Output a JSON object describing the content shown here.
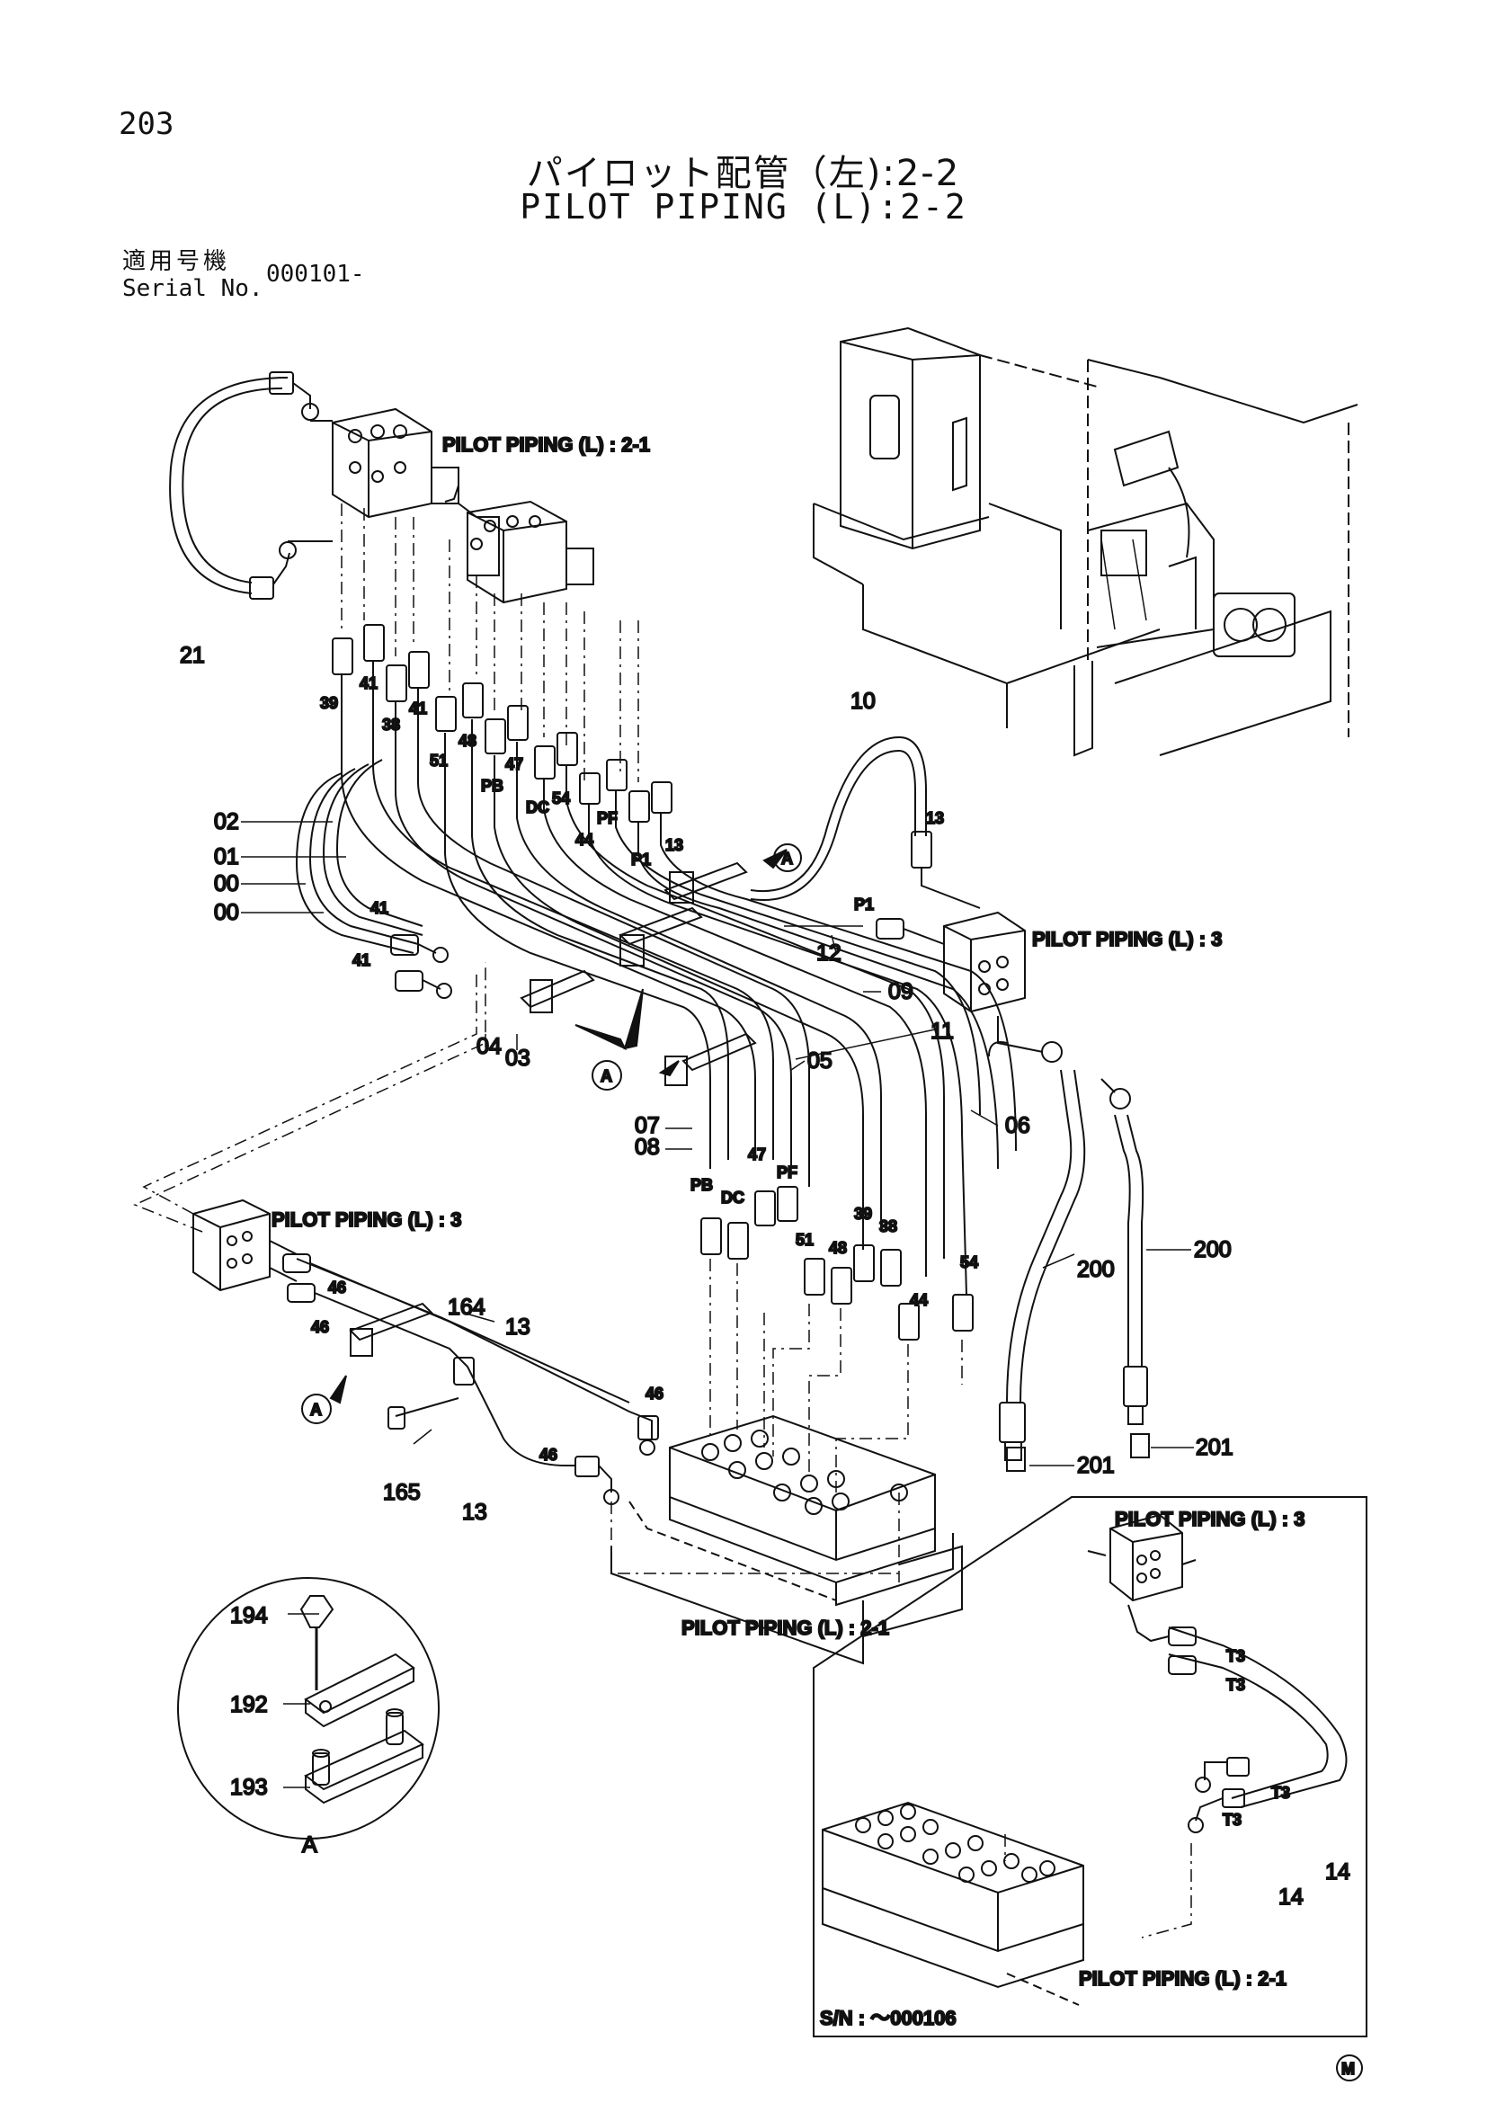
{
  "header": {
    "page_number": "203",
    "title_jp": "パイロット配管（左):2-2",
    "title_en": "PILOT PIPING (L):2-2",
    "serial_label_jp": "適用号機",
    "serial_label_en": "Serial No.",
    "serial_value": "000101-"
  },
  "references": {
    "pp21_top": "PILOT PIPING (L) : 2-1",
    "pp3_right": "PILOT PIPING (L) : 3",
    "pp3_left": "PILOT PIPING (L) : 3",
    "pp21_bottom": "PILOT PIPING (L) : 2-1",
    "pp3_inset": "PILOT PIPING (L) : 3",
    "pp21_inset": "PILOT PIPING (L) : 2-1"
  },
  "inset": {
    "serial_note": "S/N :  ～000106"
  },
  "detail": {
    "label": "A"
  },
  "callouts": {
    "c21": "21",
    "c39": "39",
    "c41a": "41",
    "c38": "38",
    "c41b": "41",
    "c51": "51",
    "c48": "48",
    "c47": "47",
    "cPB": "PB",
    "cDC": "DC",
    "c54": "54",
    "cPF": "PF",
    "c44": "44",
    "cP1": "P1",
    "c13a": "13",
    "c10": "10",
    "c13b": "13",
    "cA1": "A",
    "c02": "02",
    "c01": "01",
    "c00a": "00",
    "c00b": "00",
    "c41c": "41",
    "c41d": "41",
    "c04": "04",
    "c03": "03",
    "cP1b": "P1",
    "c12": "12",
    "c09": "09",
    "c11": "11",
    "c05": "05",
    "cA2": "A",
    "c07": "07",
    "c08": "08",
    "c06": "06",
    "cPB2": "PB",
    "cDC2": "DC",
    "c47b": "47",
    "cPF2": "PF",
    "c39b": "39",
    "c38b": "38",
    "c51b": "51",
    "c48b": "48",
    "c44b": "44",
    "c54b": "54",
    "c200a": "200",
    "c200b": "200",
    "c201a": "201",
    "c201b": "201",
    "c46a": "46",
    "c46b": "46",
    "c164": "164",
    "c13c": "13",
    "c46c": "46",
    "c46d": "46",
    "cA3": "A",
    "c165": "165",
    "c13d": "13",
    "c194": "194",
    "c192": "192",
    "c193": "193",
    "cT3a": "T3",
    "cT3b": "T3",
    "cT3c": "T3",
    "cT3d": "T3",
    "c14a": "14",
    "c14b": "14"
  },
  "mark": "M"
}
